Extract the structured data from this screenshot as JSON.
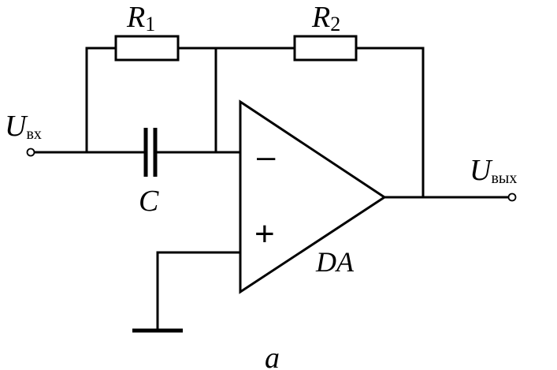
{
  "labels": {
    "r1_main": "R",
    "r1_sub": "1",
    "r2_main": "R",
    "r2_sub": "2",
    "uin_main": "U",
    "uin_sub": "вх",
    "uout_main": "U",
    "uout_sub": "вых",
    "capacitor": "C",
    "opamp": "DA",
    "minus": "–",
    "plus": "+",
    "caption": "a"
  }
}
